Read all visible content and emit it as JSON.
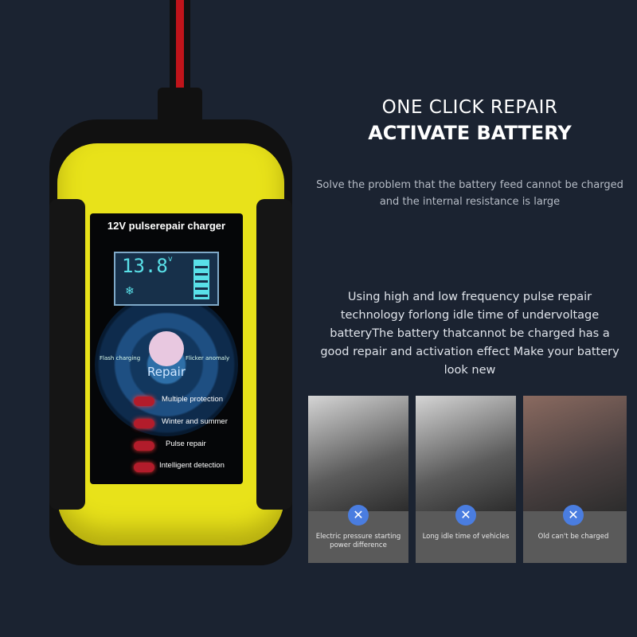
{
  "charger": {
    "title": "12V pulserepair charger",
    "voltage": "13.8",
    "unit": "v",
    "left_label": "Flash charging",
    "right_label": "Flicker anomaly",
    "center_label": "Repair",
    "features": [
      "Multiple protection",
      "Winter and summer",
      "Pulse repair",
      "Intelligent detection"
    ]
  },
  "headline": {
    "line1": "ONE CLICK REPAIR",
    "line2": "ACTIVATE BATTERY"
  },
  "description1": "Solve the problem that the battery feed cannot be charged and the internal resistance is large",
  "description2": "Using high and low frequency pulse repair technology forlong idle time of undervoltage batteryThe battery thatcannot be charged has a good repair and activation effect Make your battery look new",
  "problems": [
    {
      "caption": "Electric pressure starting power difference",
      "icon": "x-icon"
    },
    {
      "caption": "Long idle time of vehicles",
      "icon": "x-icon"
    },
    {
      "caption": "Old can't be charged",
      "icon": "x-icon"
    }
  ],
  "colors": {
    "background": "#1b2331",
    "shell": "#e8e21a",
    "accent": "#4a7de0",
    "lcd": "#59e0e8"
  }
}
